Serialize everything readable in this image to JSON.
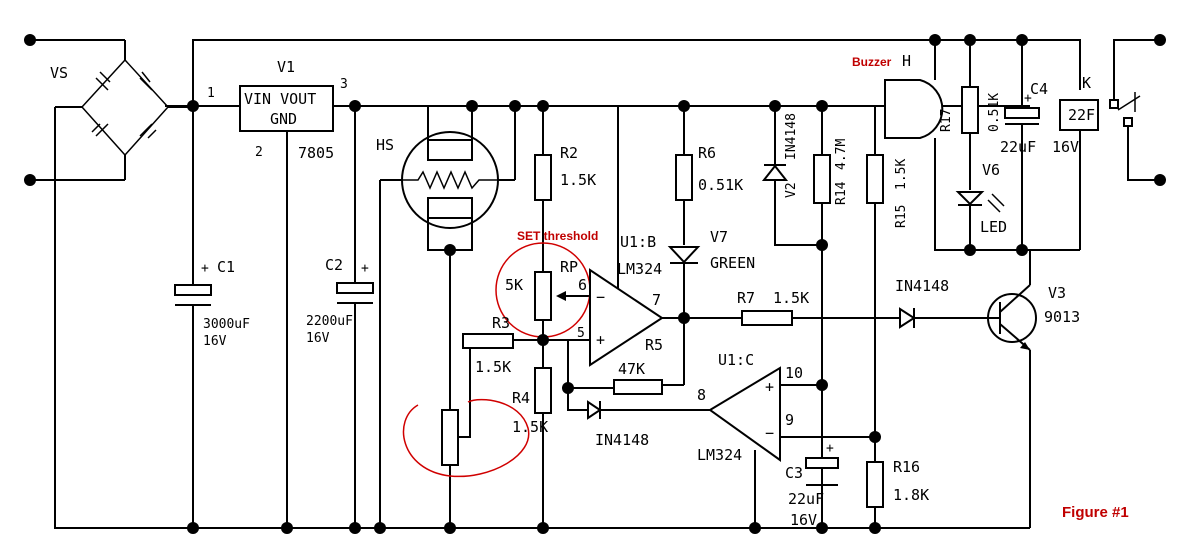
{
  "labels": {
    "vs": "VS",
    "v1": "V1",
    "reg_in_out": "VIN VOUT",
    "reg_gnd": "GND",
    "reg_part": "7805",
    "pin1": "1",
    "pin2": "2",
    "pin3": "3",
    "hs": "HS",
    "c1": "C1",
    "c1_value": "3000uF",
    "c1_volt": "16V",
    "c2": "C2",
    "c2_value": "2200uF",
    "c2_volt": "16V",
    "r2": "R2",
    "r2_value": "1.5K",
    "r3": "R3",
    "r3_value": "1.5K",
    "r4": "R4",
    "r4_value": "1.5K",
    "rp": "RP",
    "rp_value": "5K",
    "set_threshold": "SET threshold",
    "r6": "R6",
    "r6_value": "0.51K",
    "v7": "V7",
    "v7_value": "GREEN",
    "u1b": "U1:B",
    "u1b_part": "LM324",
    "pin6": "6",
    "pin5": "5",
    "pin7": "7",
    "r5": "R5",
    "r5_value": "47K",
    "r7": "R7",
    "r7_value": "1.5K",
    "d_in4148_top": "IN4148",
    "d_in4148_right": "IN4148",
    "d_in4148_bottom": "IN4148",
    "v2": "V2",
    "r14": "R14",
    "r14_value": "4.7M",
    "r15": "R15",
    "r15_value": "1.5K",
    "buzzer": "Buzzer",
    "h": "H",
    "r17": "R17",
    "r17_value": "0.51K",
    "c4": "C4",
    "c4_value": "22uF",
    "c4_volt": "16V",
    "v6": "V6",
    "led": "LED",
    "k": "K",
    "k_coil": "22F",
    "v3": "V3",
    "v3_part": "9013",
    "u1c": "U1:C",
    "u1c_part": "LM324",
    "pin8": "8",
    "pin9": "9",
    "pin10": "10",
    "c3": "C3",
    "c3_value": "22uF",
    "c3_volt": "16V",
    "r16": "R16",
    "r16_value": "1.8K",
    "figure": "Figure #1"
  }
}
